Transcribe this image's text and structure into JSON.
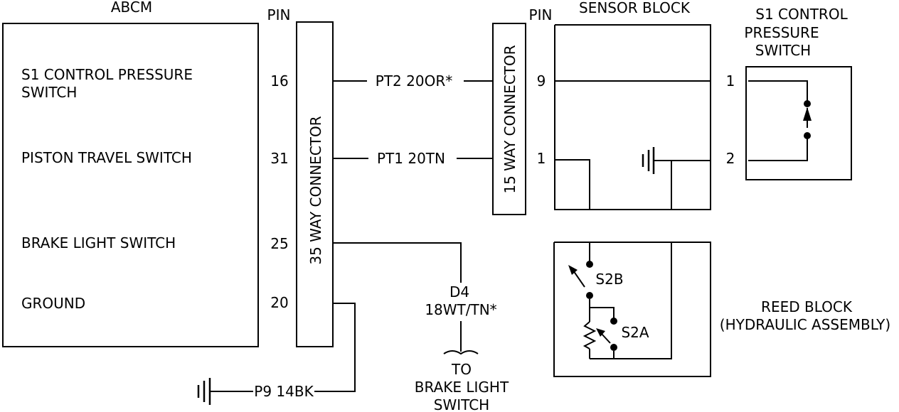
{
  "abcm": {
    "title": "ABCM",
    "pin_header": "PIN",
    "rows": [
      {
        "label_lines": [
          "S1 CONTROL PRESSURE",
          "SWITCH"
        ],
        "pin": "16"
      },
      {
        "label_lines": [
          "PISTON TRAVEL SWITCH"
        ],
        "pin": "31"
      },
      {
        "label_lines": [
          "BRAKE LIGHT SWITCH"
        ],
        "pin": "25"
      },
      {
        "label_lines": [
          "GROUND"
        ],
        "pin": "20"
      }
    ]
  },
  "connector_35": {
    "label": "35 WAY CONNECTOR"
  },
  "connector_15": {
    "label": "15 WAY CONNECTOR",
    "pin_header": "PIN",
    "pins": [
      "9",
      "1"
    ]
  },
  "wires": {
    "pt2": "PT2 20OR*",
    "pt1": "PT1 20TN",
    "d4_lines": [
      "D4",
      "18WT/TN*"
    ],
    "p9": "P9 14BK"
  },
  "brake_light_switch": {
    "label_lines": [
      "TO",
      "BRAKE LIGHT",
      "SWITCH"
    ]
  },
  "sensor_block": {
    "title": "SENSOR BLOCK",
    "pins": [
      "1",
      "2"
    ]
  },
  "s1_switch": {
    "title_lines": [
      "S1 CONTROL",
      "PRESSURE",
      "SWITCH"
    ]
  },
  "reed_block": {
    "switches": [
      "S2B",
      "S2A"
    ],
    "label_lines": [
      "REED BLOCK",
      "(HYDRAULIC ASSEMBLY)"
    ]
  }
}
